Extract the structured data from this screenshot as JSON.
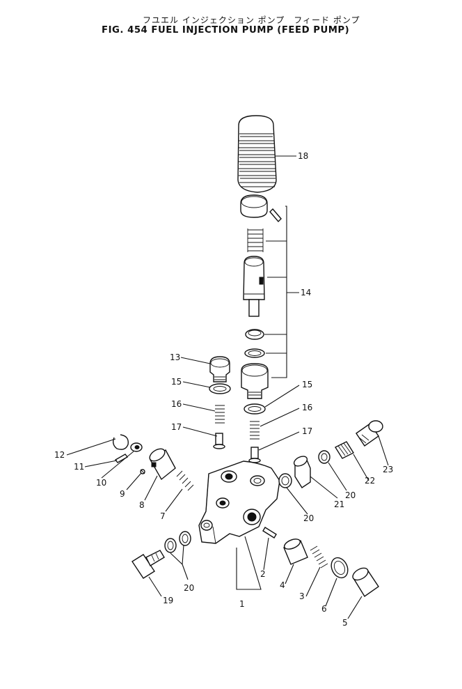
{
  "title": {
    "japanese": "フユエル インジェクション ポンプ　フィード ポンプ",
    "english": "FIG. 454  FUEL  INJECTION  PUMP  (FEED  PUMP)"
  },
  "callouts": {
    "c1": "1",
    "c2": "2",
    "c3": "3",
    "c4": "4",
    "c5": "5",
    "c6": "6",
    "c7": "7",
    "c8": "8",
    "c9": "9",
    "c10": "10",
    "c11": "11",
    "c12": "12",
    "c13": "13",
    "c14": "14",
    "c15a": "15",
    "c15b": "15",
    "c16a": "16",
    "c16b": "16",
    "c17a": "17",
    "c17b": "17",
    "c18": "18",
    "c19": "19",
    "c20a": "20",
    "c20b": "20",
    "c20c": "20",
    "c21": "21",
    "c22": "22",
    "c23": "23"
  }
}
